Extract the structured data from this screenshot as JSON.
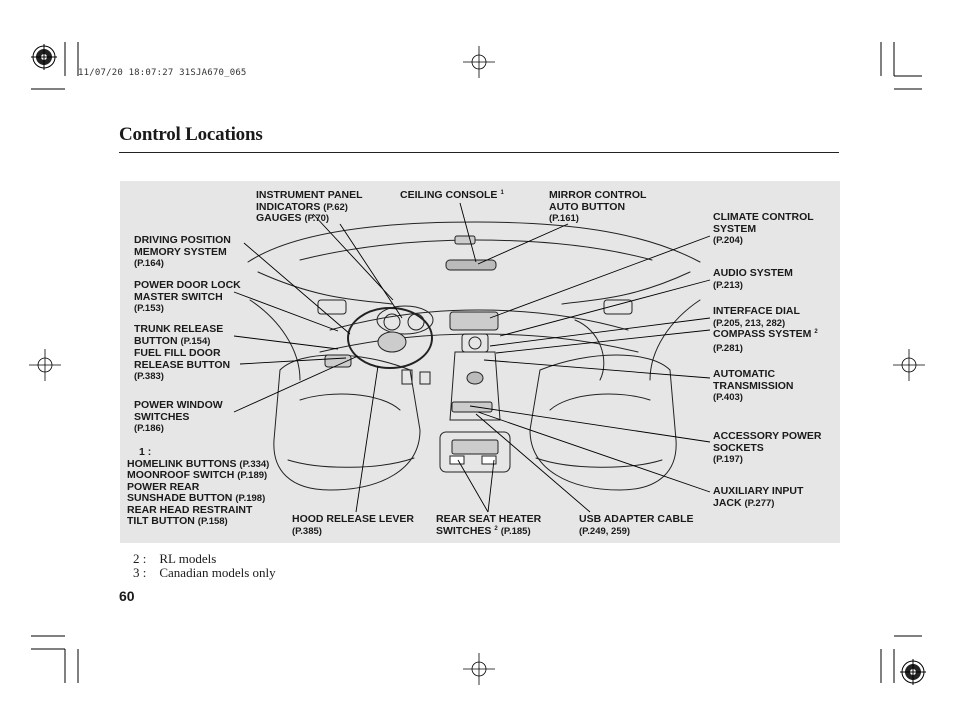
{
  "header": {
    "print_stamp": "11/07/20 18:07:27 31SJA670_065"
  },
  "page": {
    "title": "Control Locations",
    "page_number": "60"
  },
  "labels": {
    "instrument_panel_l1": "INSTRUMENT PANEL",
    "instrument_panel_l2": "INDICATORS",
    "instrument_panel_p": "(P.62)",
    "gauges": "GAUGES",
    "gauges_p": "(P.70)",
    "ceiling_console": "CEILING CONSOLE",
    "ceiling_console_sup": "1",
    "mirror_l1": "MIRROR CONTROL",
    "mirror_l2": "AUTO BUTTON",
    "mirror_p": "(P.161)",
    "climate_l1": "CLIMATE CONTROL",
    "climate_l2": "SYSTEM",
    "climate_p": "(P.204)",
    "driving_l1": "DRIVING POSITION",
    "driving_l2": "MEMORY SYSTEM",
    "driving_p": "(P.164)",
    "audio": "AUDIO SYSTEM",
    "audio_p": "(P.213)",
    "doorlock_l1": "POWER DOOR LOCK",
    "doorlock_l2": "MASTER SWITCH",
    "doorlock_p": "(P.153)",
    "interface": "INTERFACE DIAL",
    "interface_p": "(P.205, 213, 282)",
    "compass": "COMPASS SYSTEM",
    "compass_sup": "2",
    "compass_p": "(P.281)",
    "trunk_l1": "TRUNK RELEASE",
    "trunk_l2": "BUTTON",
    "trunk_p": "(P.154)",
    "fuel_l1": "FUEL FILL DOOR",
    "fuel_l2": "RELEASE BUTTON",
    "fuel_p": "(P.383)",
    "auto_l1": "AUTOMATIC",
    "auto_l2": "TRANSMISSION",
    "auto_p": "(P.403)",
    "window_l1": "POWER WINDOW",
    "window_l2": "SWITCHES",
    "window_p": "(P.186)",
    "accessory_l1": "ACCESSORY POWER",
    "accessory_l2": "SOCKETS",
    "accessory_p": "(P.197)",
    "group_marker": "1 :",
    "homelink": "HOMELINK BUTTONS",
    "homelink_p": "(P.334)",
    "moonroof": "MOONROOF SWITCH",
    "moonroof_p": "(P.189)",
    "sunshade_l1": "POWER REAR",
    "sunshade_l2": "SUNSHADE BUTTON",
    "sunshade_p": "(P.198)",
    "headrest_l1": "REAR HEAD RESTRAINT",
    "headrest_l2": "TILT BUTTON",
    "headrest_p": "(P.158)",
    "aux_l1": "AUXILIARY INPUT",
    "aux_l2": "JACK",
    "aux_p": "(P.277)",
    "hood": "HOOD RELEASE LEVER",
    "hood_p": "(P.385)",
    "seatheat_l1": "REAR SEAT HEATER",
    "seatheat_l2": "SWITCHES",
    "seatheat_sup": "2",
    "seatheat_p": "(P.185)",
    "usb": "USB ADAPTER CABLE",
    "usb_p": "(P.249, 259)"
  },
  "footnotes": {
    "note2": "2 :    RL models",
    "note3": "3 :    Canadian models only"
  },
  "colors": {
    "panel": "#e6e6e6",
    "ink": "#1a1a1a"
  }
}
